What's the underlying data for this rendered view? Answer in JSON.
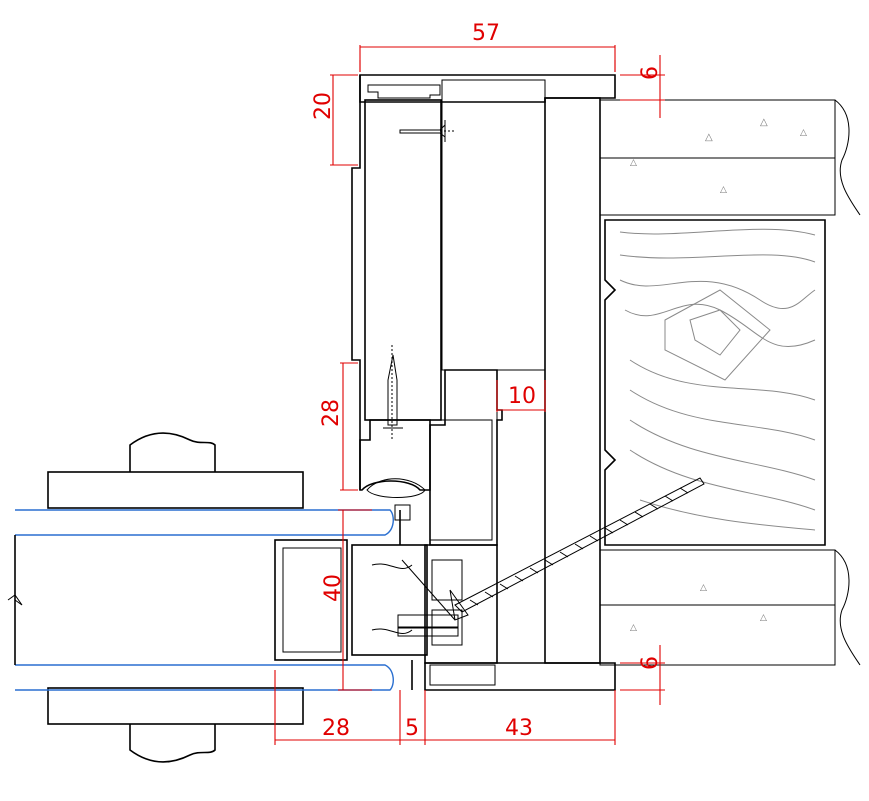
{
  "drawing": {
    "colors": {
      "outline": "#000000",
      "dimension": "#e00000",
      "glass_edge": "#2a6fd0",
      "hatch": "#8a8a8a"
    }
  },
  "dimensions": {
    "top_width": "57",
    "top_right_height": "6",
    "left_top_height": "20",
    "left_mid_height": "28",
    "inner_offset": "10",
    "glass_height": "40",
    "bottom_right_height": "6",
    "bottom_left": "28",
    "bottom_gap": "5",
    "bottom_right": "43"
  }
}
